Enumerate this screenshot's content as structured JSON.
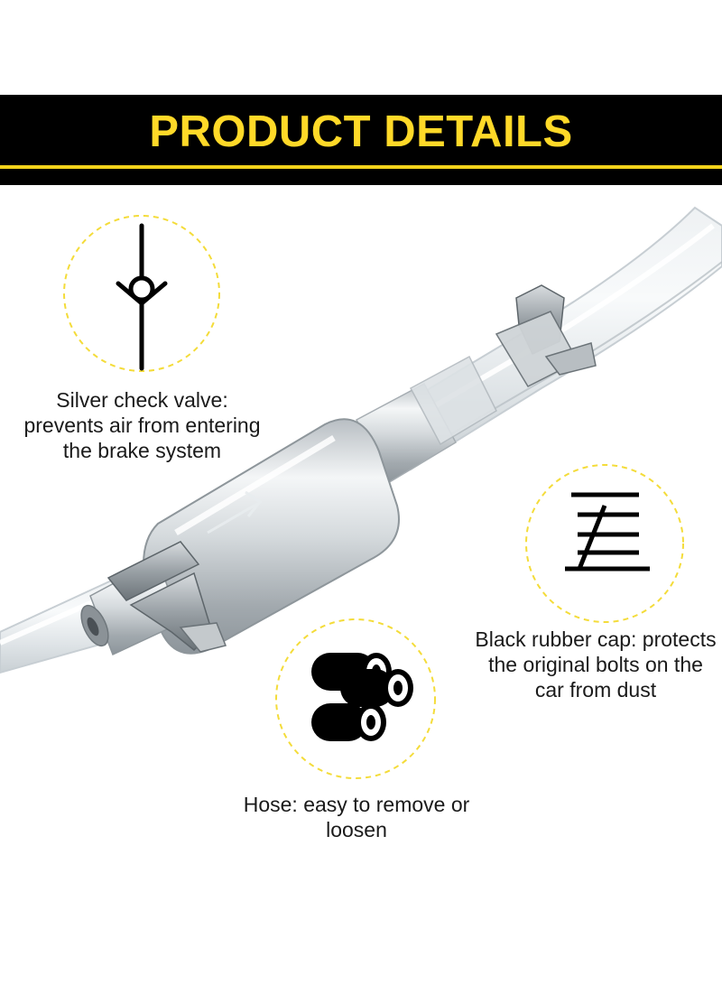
{
  "banner": {
    "title": "PRODUCT DETAILS",
    "background_color": "#000000",
    "title_color": "#ffd928",
    "accent_line_color": "#f2d21b"
  },
  "callouts": [
    {
      "id": "check-valve",
      "icon": "check-valve-icon",
      "lines": [
        "Silver check valve:",
        "prevents air from entering",
        "the brake system"
      ]
    },
    {
      "id": "rubber-cap",
      "icon": "grounding-symbol-icon",
      "lines": [
        "Black rubber cap: protects",
        "the original bolts on the",
        "car from dust"
      ]
    },
    {
      "id": "hose",
      "icon": "hose-rolls-icon",
      "lines": [
        "Hose: easy to remove or",
        "loosen"
      ]
    }
  ],
  "colors": {
    "dashed_circle": "#f4dc3a",
    "icon": "#000000"
  }
}
